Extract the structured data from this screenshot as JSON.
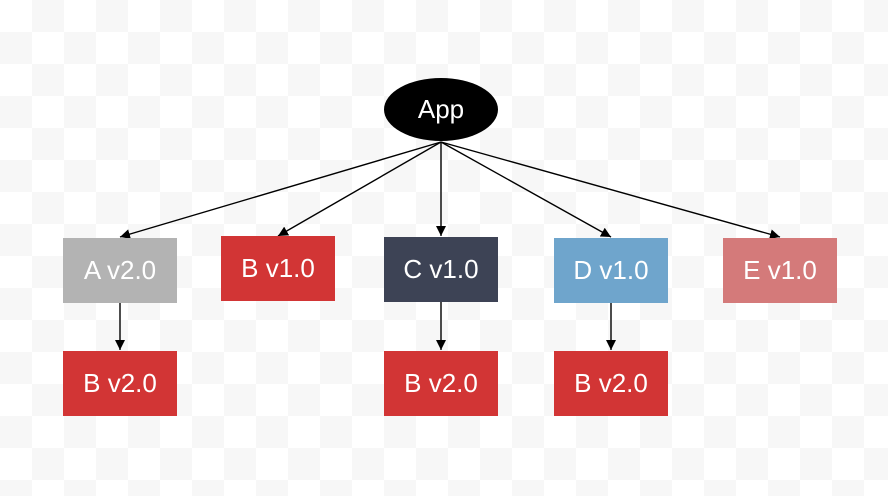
{
  "root": {
    "label": "App",
    "color": "#000000"
  },
  "dependencies": [
    {
      "label": "A v2.0",
      "color": "#b3b3b3",
      "child": {
        "label": "B v2.0",
        "color": "#d23535"
      }
    },
    {
      "label": "B v1.0",
      "color": "#d23535",
      "child": null
    },
    {
      "label": "C v1.0",
      "color": "#3d4355",
      "child": {
        "label": "B v2.0",
        "color": "#d23535"
      }
    },
    {
      "label": "D v1.0",
      "color": "#6fa5cc",
      "child": {
        "label": "B v2.0",
        "color": "#d23535"
      }
    },
    {
      "label": "E v1.0",
      "color": "#d47a7a",
      "child": null
    }
  ]
}
